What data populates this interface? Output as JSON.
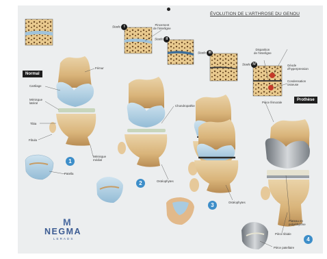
{
  "title": "ÉVOLUTION DE L'ARTHROSE DU GENOU",
  "tags": {
    "normal": "Normal",
    "prothese": "Prothèse"
  },
  "stades": [
    {
      "prefix": "Stade",
      "roman": "I"
    },
    {
      "prefix": "Stade",
      "roman": "II"
    },
    {
      "prefix": "Stade",
      "roman": "III"
    },
    {
      "prefix": "Stade",
      "roman": "IV"
    }
  ],
  "labels": {
    "femur": "Fémur",
    "cartilage": "Cartilage",
    "menisque_lateral": "Ménisque\nlatéral",
    "tibia": "Tibia",
    "fibula": "Fibula",
    "menisque_medial": "Ménisque\nmédial",
    "patella": "Patella",
    "pincement": "Pincement\nde l'interligne",
    "chondropathie": "Chondropathie",
    "osteophytes_1": "Ostéophytes",
    "osteophytes_2": "Ostéophytes",
    "disparition": "Disparition\nde l'interligne",
    "geode": "Géode\nd'hyperpression",
    "condensation": "Condensation\nosseuse",
    "piece_femorale": "Pièce fémorale",
    "plateau": "Plateau en\npolyéthylène",
    "piece_tibiale": "Pièce tibiale",
    "piece_patellaire": "Pièce patellaire"
  },
  "numbers": [
    "1",
    "2",
    "3",
    "4"
  ],
  "logo": {
    "name": "NEGMA",
    "sub": "LERADS",
    "mark": "M"
  },
  "colors": {
    "cartilage": "#a9cbe0",
    "bone": "#d9b47a",
    "marker": "#3d8ec9",
    "implant": "#9aa0a6"
  }
}
